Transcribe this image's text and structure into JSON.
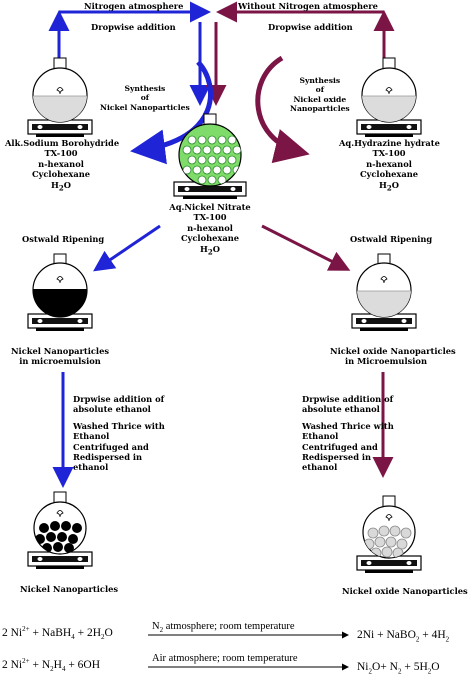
{
  "top": {
    "nitrogen": "Nitrogen atmosphere",
    "without_nitrogen": "Without Nitrogen atmosphere",
    "dropwise_left": "Dropwise addition",
    "dropwise_right": "Dropwise addition"
  },
  "synthesis_ni": [
    "Synthesis",
    "of",
    "Nickel Nanoparticles"
  ],
  "synthesis_nio": [
    "Synthesis",
    "of",
    "Nickel oxide",
    "Nanoparticles"
  ],
  "flask_left": [
    "Alk.Sodium Borohydride",
    "TX-100",
    "n-hexanol",
    "Cyclohexane",
    "H2O"
  ],
  "flask_center": [
    "Aq.Nickel Nitrate",
    "TX-100",
    "n-hexanol",
    "Cyclohexane",
    "H2O"
  ],
  "flask_right": [
    "Aq.Hydrazine hydrate",
    "TX-100",
    "n-hexanol",
    "Cyclohexane",
    "H2O"
  ],
  "ostwald_left": "Ostwald Ripening",
  "ostwald_right": "Ostwald Ripening",
  "ni_micro": [
    "Nickel Nanoparticles",
    "in microemulsion"
  ],
  "nio_micro": [
    "Nickel oxide Nanoparticles",
    "in Microemulsion"
  ],
  "steps_left": [
    "Drpwise addition of",
    "absolute ethanol",
    "",
    "Washed Thrice with",
    "Ethanol",
    "Centrifuged and",
    "Redispersed in",
    "ethanol"
  ],
  "steps_right": [
    "Drpwise addition of",
    "absolute ethanol",
    "",
    "Washed Thrice with",
    "Ethanol",
    "Centrifuged and",
    "Redispersed in",
    "ethanol"
  ],
  "final_left": "Nickel Nanoparticles",
  "final_right": "Nickel oxide Nanoparticles",
  "equations": {
    "eq1_left": [
      "2 Ni",
      "2+",
      " + NaBH",
      "4",
      " + 2H",
      "2",
      "O"
    ],
    "eq1_cond": [
      "N",
      "2",
      " atmosphere; room temperature"
    ],
    "eq1_right": [
      "2Ni + NaBO",
      "2",
      " + 4H",
      "2"
    ],
    "eq2_left": [
      "2 Ni",
      "2+",
      " + N",
      "2",
      "H",
      "4",
      " + 6OH"
    ],
    "eq2_cond": "Air atmosphere; room temperature",
    "eq2_right": [
      "Ni",
      "2",
      "O+ N",
      "2",
      " + 5H",
      "2",
      "O"
    ]
  },
  "colors": {
    "blue": "#1f24d6",
    "maroon": "#7a1545",
    "green": "#7fdc6a",
    "grey": "#d7d7d7"
  }
}
